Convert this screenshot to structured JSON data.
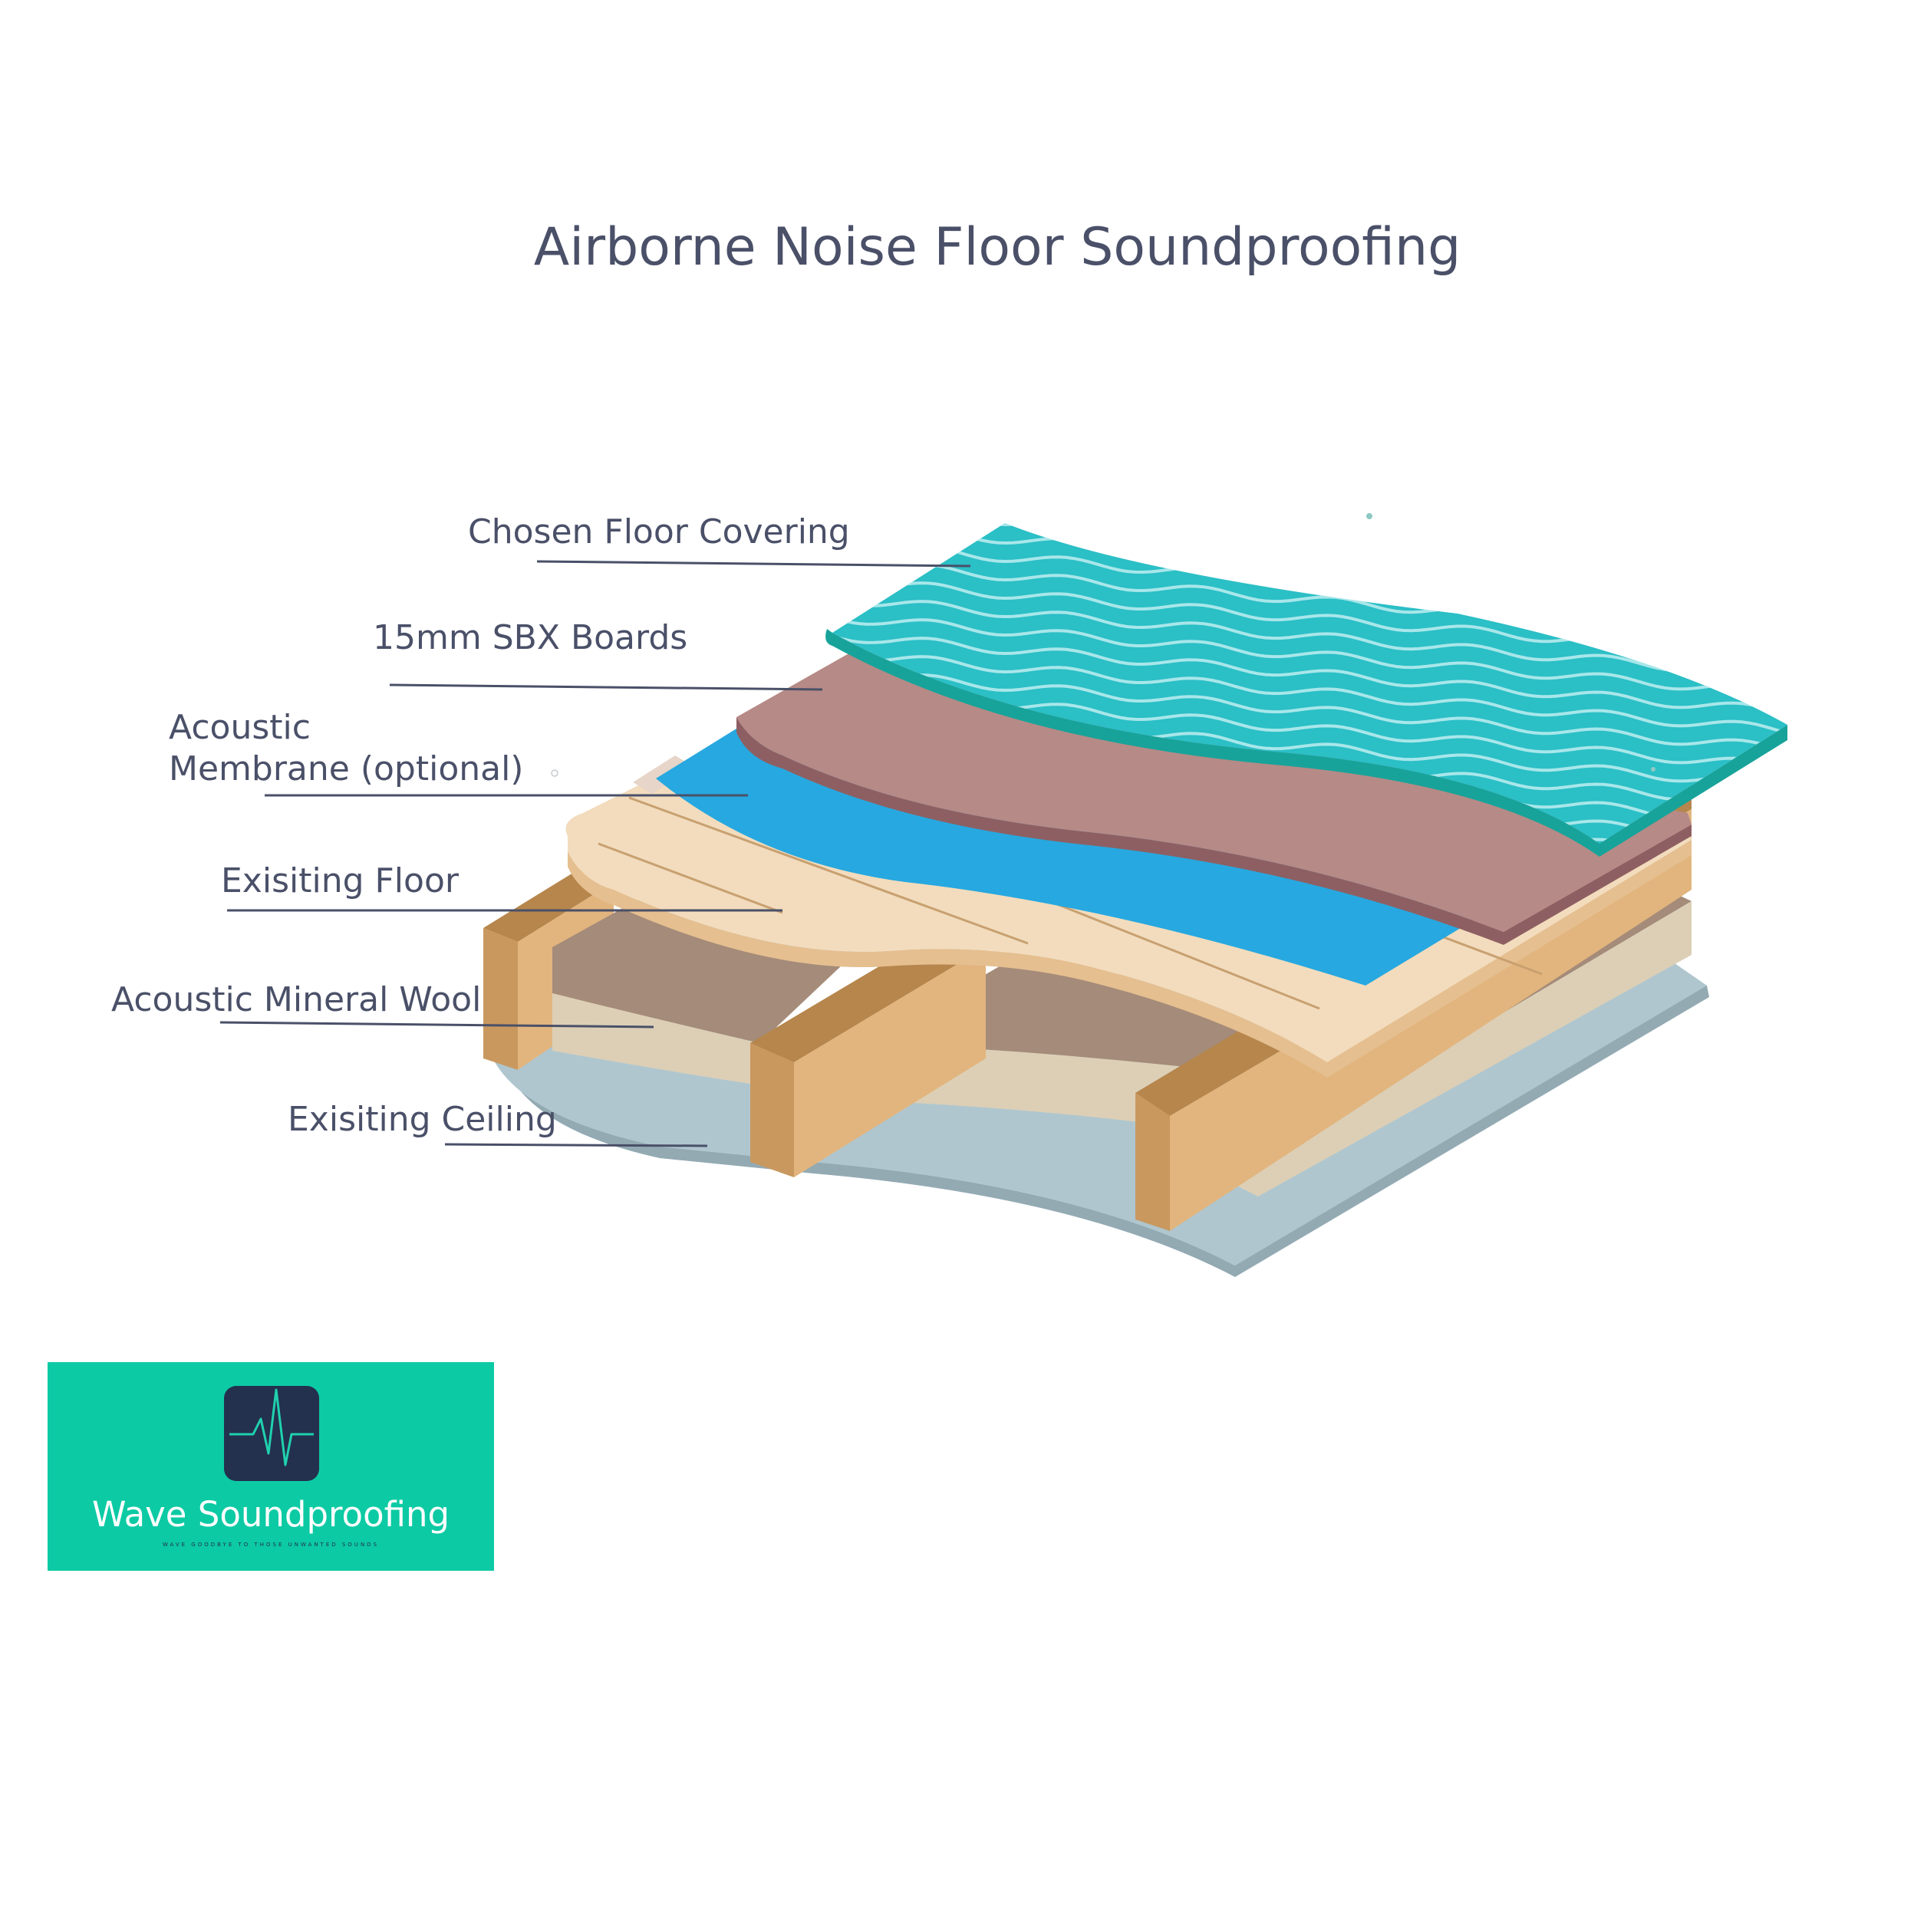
{
  "title": "Airborne Noise Floor Soundproofing",
  "labels": {
    "floor_covering": "Chosen Floor Covering",
    "sbx_boards": "15mm SBX Boards",
    "membrane_line1": "Acoustic",
    "membrane_line2": "Membrane (optional)",
    "existing_floor": "Exisiting Floor",
    "mineral_wool": "Acoustic Mineral Wool",
    "existing_ceiling": "Exisiting Ceiling"
  },
  "logo": {
    "name": "Wave Soundproofing",
    "tagline": "WAVE GOODBYE TO THOSE UNWANTED SOUNDS",
    "icon": "sound-wave-icon"
  },
  "colors": {
    "floor_covering": "#2bbfc6",
    "covering_edge": "#17a39a",
    "sbx_boards": "#b68a86",
    "sbx_edge": "#8e5f62",
    "membrane": "#27a8e0",
    "existing_floor": "#f2dcbd",
    "existing_floor_edge": "#e5bf90",
    "joist_face": "#c9985f",
    "joist_side": "#e2b57e",
    "joist_top": "#b6864c",
    "wool_top": "#a58b79",
    "wool_face": "#dccfb6",
    "ceiling": "#afc6cf",
    "ceiling_edge": "#93aab3",
    "logo_bg": "#0ccaa4",
    "logo_icon_bg": "#23304e",
    "text": "#4a5068"
  }
}
